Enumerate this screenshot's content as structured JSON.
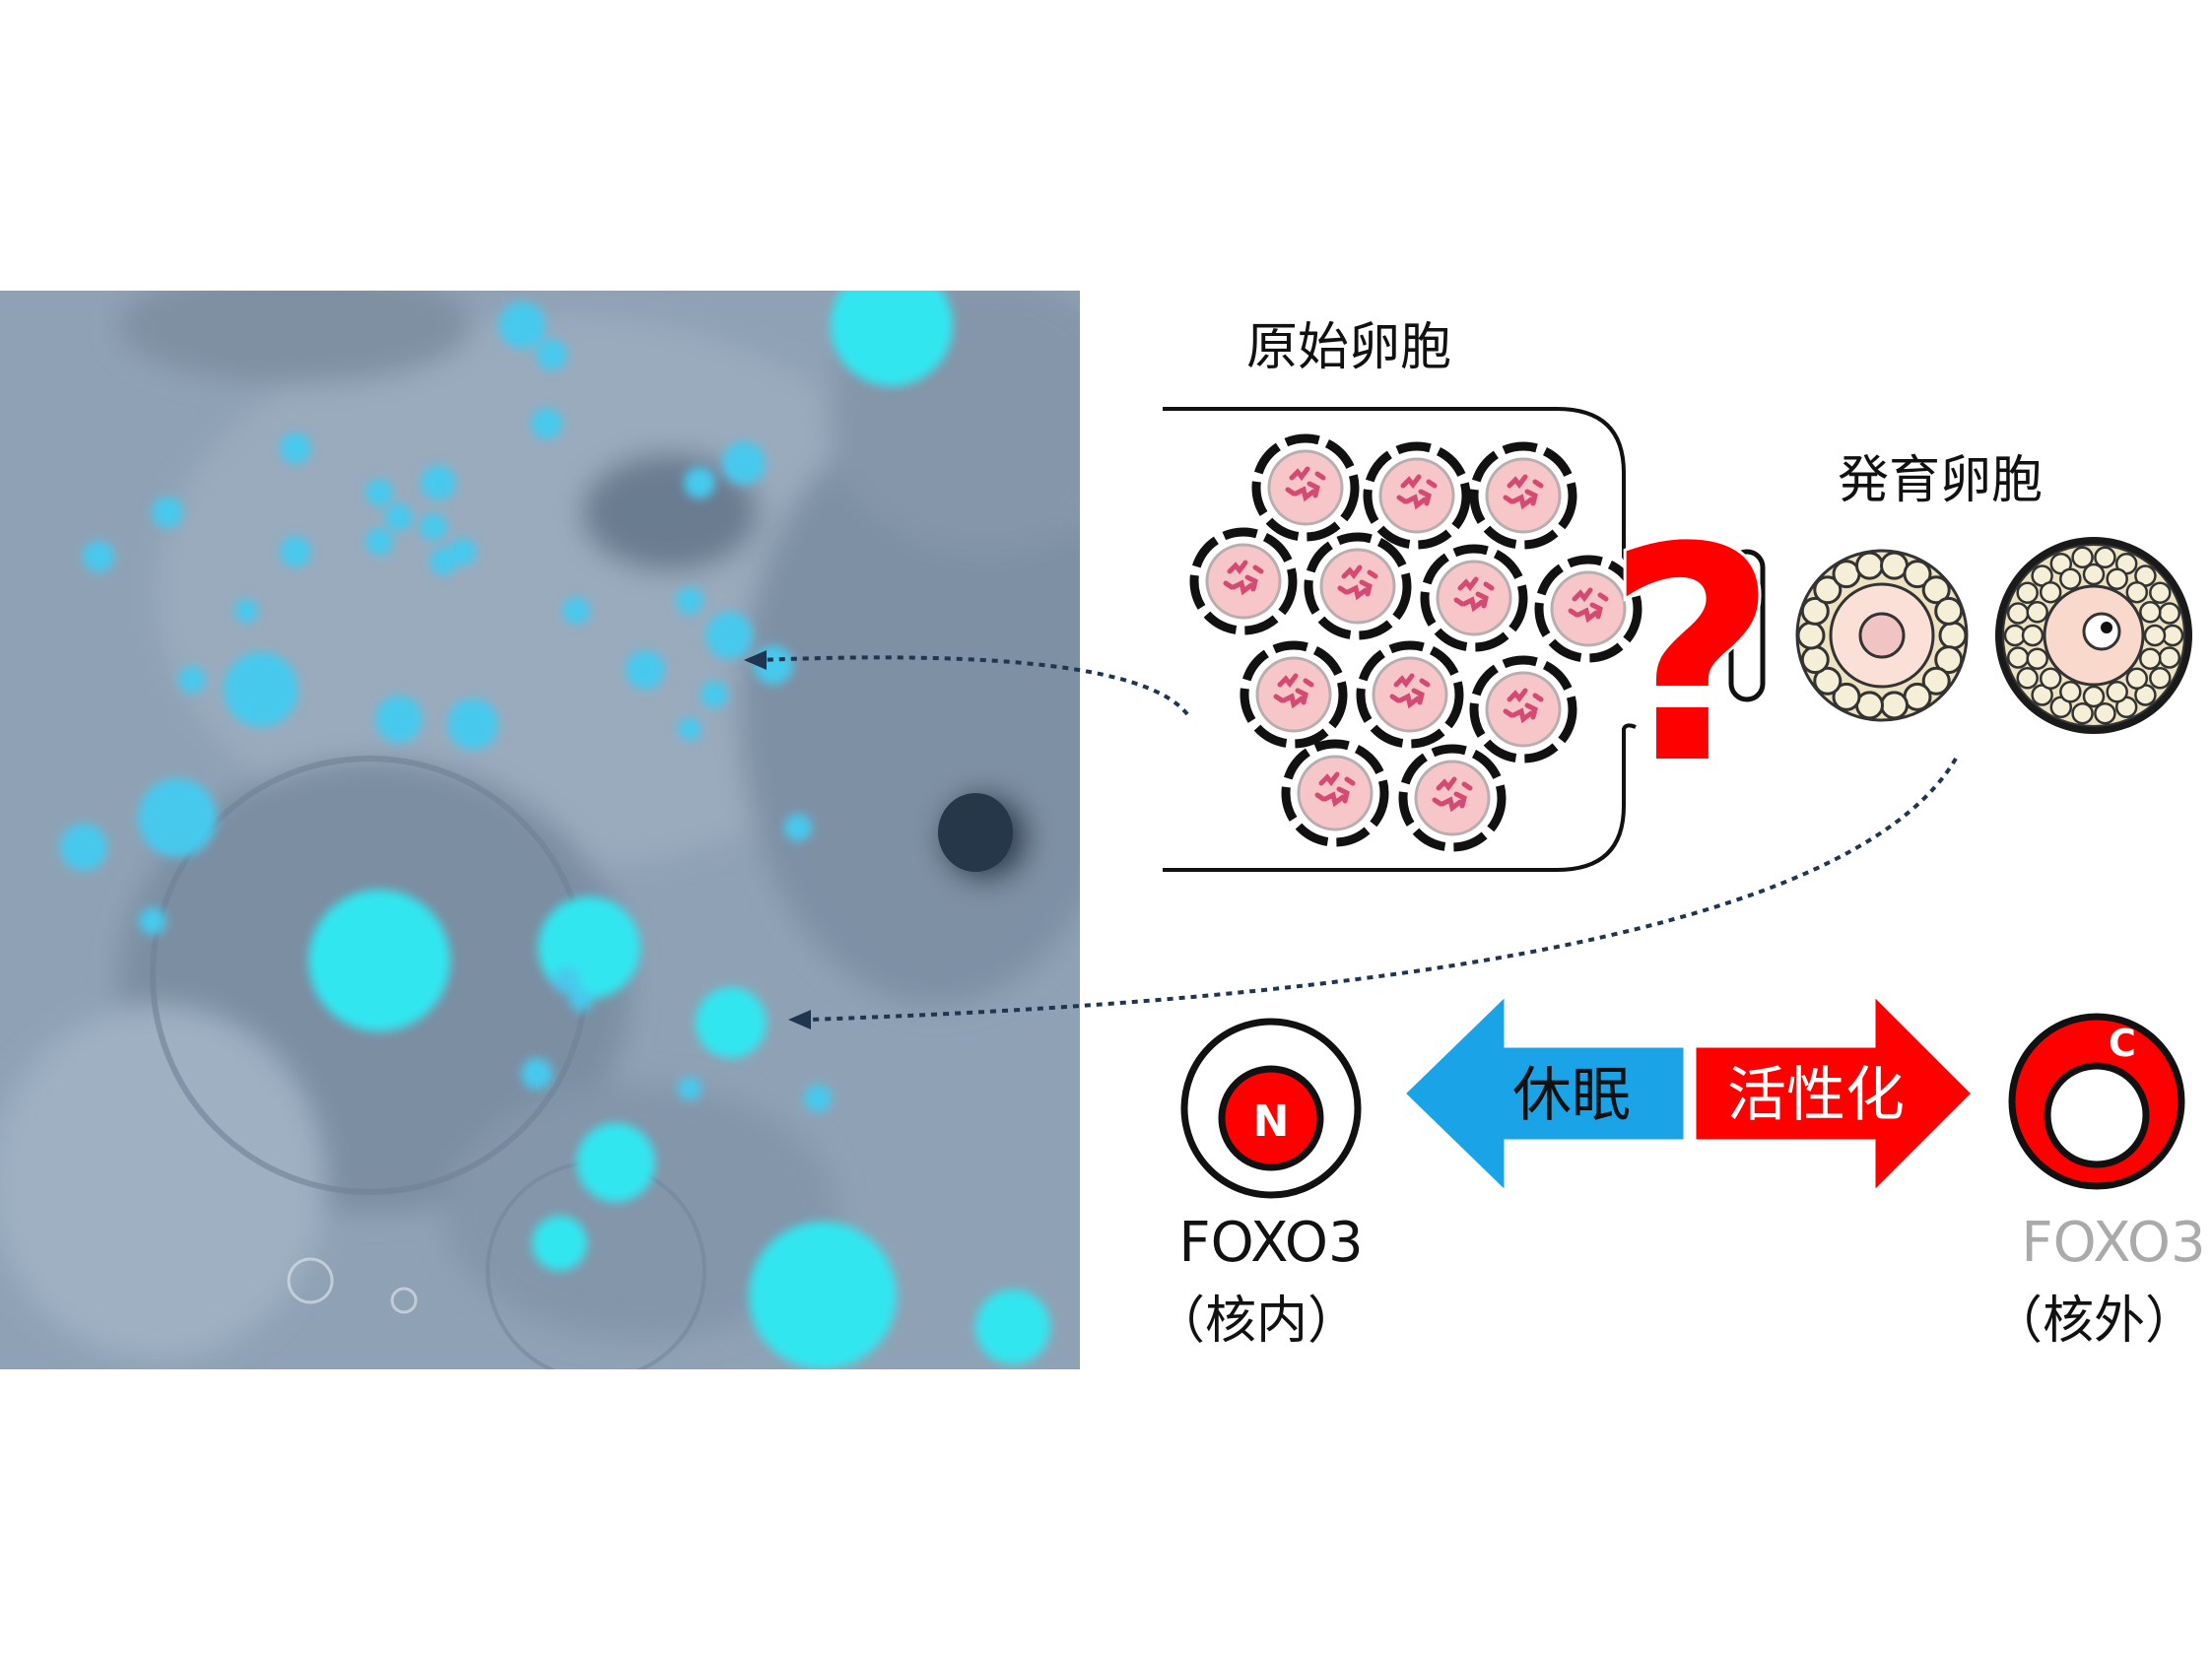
{
  "labels": {
    "primordial": "原始卵胞",
    "developing": "発育卵胞",
    "dormancy": "休眠",
    "activation": "活性化",
    "foxo3_left": "FOXO3",
    "foxo3_left_sub": "（核内）",
    "foxo3_right": "FOXO3",
    "foxo3_right_sub": "（核外）",
    "nucleus_letter": "N",
    "cytoplasm_letter": "C",
    "question": "?"
  },
  "colors": {
    "red": "#ff0000",
    "blue": "#1ba3e8",
    "black": "#111111",
    "gray_text": "#aaaaaa",
    "follicle_pink": "#f7c6c8",
    "granulosa": "#f4efd6"
  },
  "icons": {
    "left_state": "nucleus-foxo3-icon",
    "right_state": "cytoplasm-foxo3-icon"
  }
}
